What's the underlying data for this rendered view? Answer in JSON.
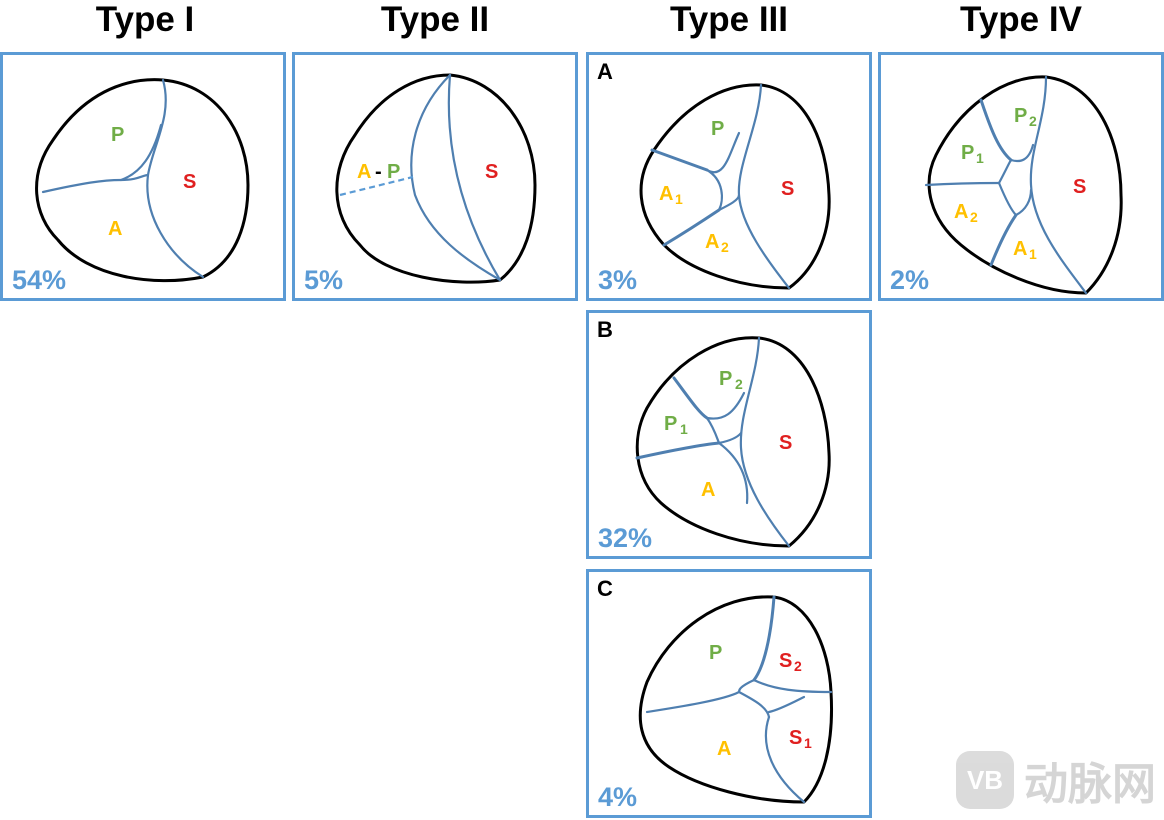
{
  "columns": [
    {
      "title": "Type I"
    },
    {
      "title": "Type II"
    },
    {
      "title": "Type III"
    },
    {
      "title": "Type IV"
    }
  ],
  "panels": {
    "type1": {
      "pct": "54%",
      "labels": {
        "p": "P",
        "a": "A",
        "s": "S"
      }
    },
    "type2": {
      "pct": "5%",
      "labels": {
        "a": "A",
        "dash": "-",
        "p": "P",
        "s": "S"
      }
    },
    "type3a": {
      "sub": "A",
      "pct": "3%",
      "labels": {
        "p": "P",
        "a1": "A",
        "a1_sub": "1",
        "a2": "A",
        "a2_sub": "2",
        "s": "S"
      }
    },
    "type4": {
      "pct": "2%",
      "labels": {
        "p1": "P",
        "p1_sub": "1",
        "p2": "P",
        "p2_sub": "2",
        "a1": "A",
        "a1_sub": "1",
        "a2": "A",
        "a2_sub": "2",
        "s": "S"
      }
    },
    "type3b": {
      "sub": "B",
      "pct": "32%",
      "labels": {
        "p1": "P",
        "p1_sub": "1",
        "p2": "P",
        "p2_sub": "2",
        "a": "A",
        "s": "S"
      }
    },
    "type3c": {
      "sub": "C",
      "pct": "4%",
      "labels": {
        "p": "P",
        "a": "A",
        "s1": "S",
        "s1_sub": "1",
        "s2": "S",
        "s2_sub": "2"
      }
    }
  },
  "colors": {
    "frame": "#5b9bd5",
    "seam": "#4f7fb0",
    "posterior": "#70ad47",
    "anterior": "#ffc000",
    "septal": "#e02020"
  },
  "watermark": {
    "text": "动脉网",
    "logo": "VB"
  }
}
